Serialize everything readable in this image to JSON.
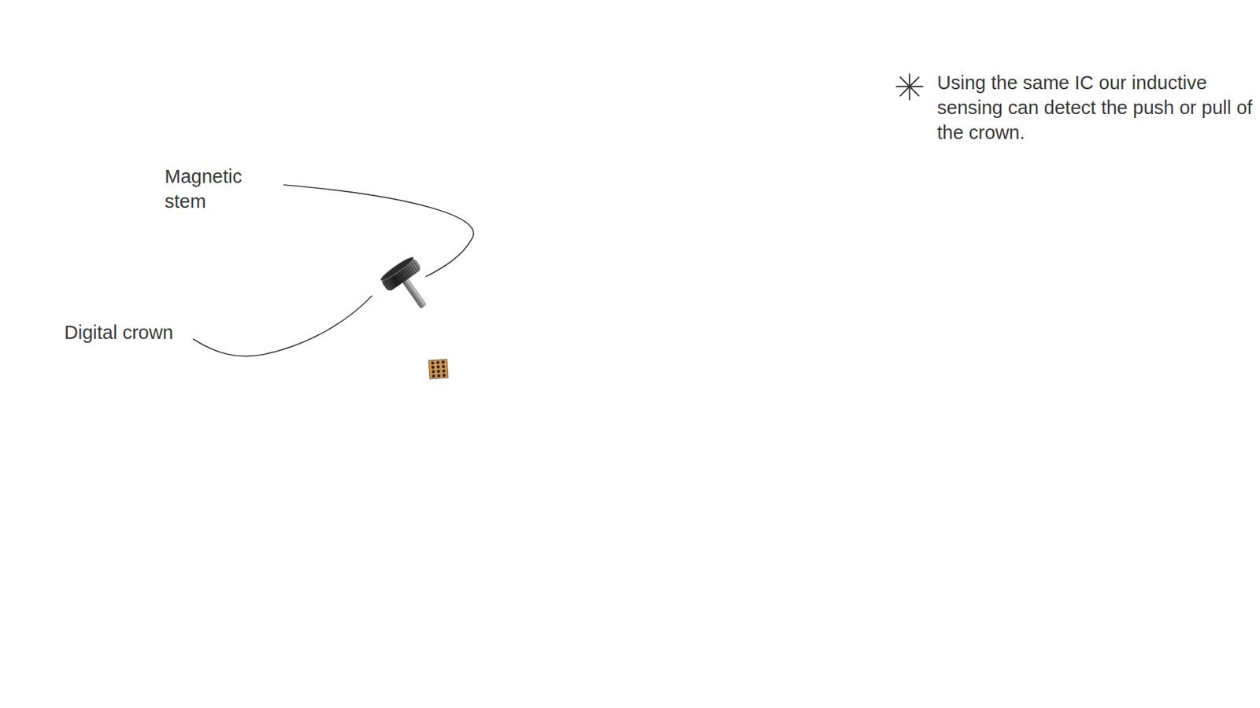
{
  "diagram": {
    "labels": [
      "Magnetic stem",
      "Digital crown",
      "Using the same IC our inductive sensing can detect the push or pull of the crown."
    ]
  }
}
